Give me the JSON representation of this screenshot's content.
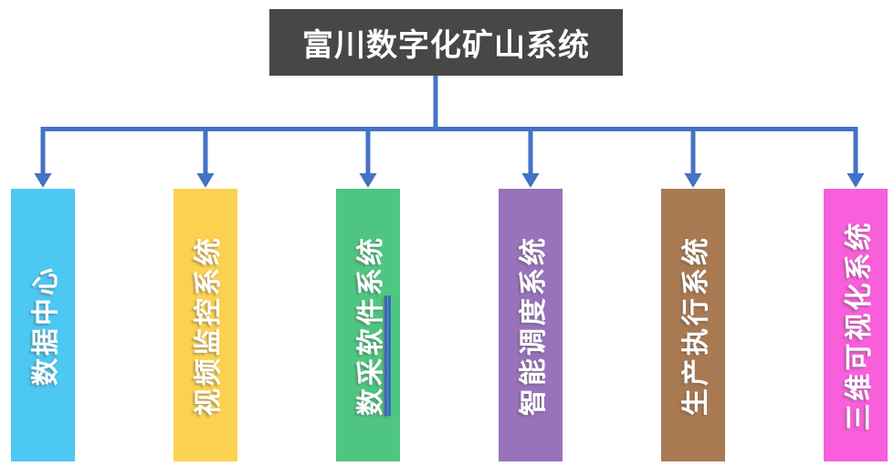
{
  "diagram": {
    "title": "富川数字化矿山系统",
    "title_color": "#ffffff",
    "header_bg": "#474747",
    "connector_color": "#4472C4",
    "text_color": "#ffffff",
    "systems": [
      {
        "label": "数据中心",
        "color": "#4CC8F2"
      },
      {
        "label": "视频监控系统",
        "color": "#FCD14F"
      },
      {
        "label": "数采软件系统",
        "color": "#4EC681",
        "underlined_part": "数采软件",
        "rest_part": "系统",
        "underline_color": "#3A66C0",
        "underline_style": "double"
      },
      {
        "label": "智能调度系统",
        "color": "#9873BC"
      },
      {
        "label": "生产执行系统",
        "color": "#A97A52"
      },
      {
        "label": "三维可视化系统",
        "color": "#F95EDB"
      }
    ]
  }
}
